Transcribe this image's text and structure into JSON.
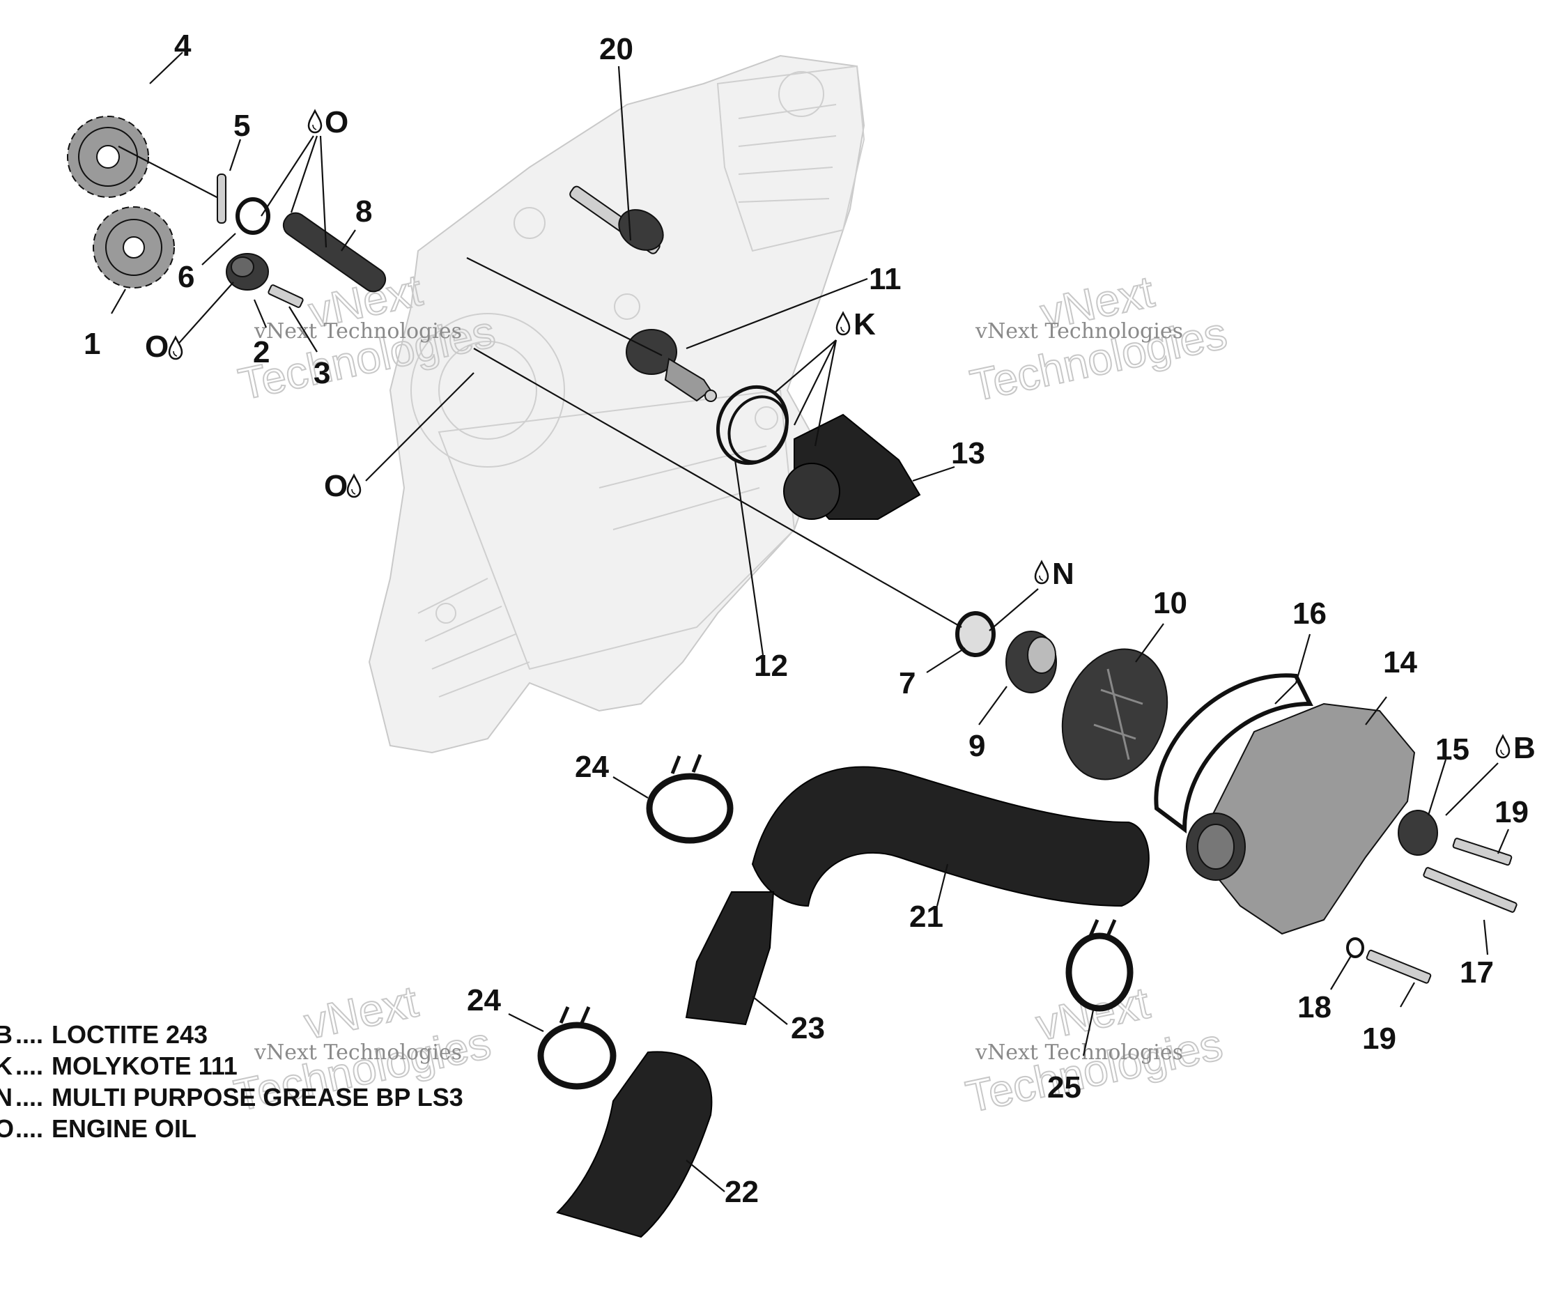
{
  "watermark": {
    "brand_line1": "vNext",
    "brand_line2": "Technologies",
    "caption": "vNext Technologies"
  },
  "callouts": [
    "1",
    "2",
    "3",
    "4",
    "5",
    "6",
    "7",
    "8",
    "9",
    "10",
    "11",
    "12",
    "13",
    "14",
    "15",
    "16",
    "17",
    "18",
    "19",
    "19",
    "20",
    "21",
    "22",
    "23",
    "24",
    "24",
    "25"
  ],
  "lubricant_marks": [
    "O",
    "O",
    "O",
    "O",
    "K",
    "N",
    "B"
  ],
  "legend": [
    {
      "code": "B",
      "text": "LOCTITE 243"
    },
    {
      "code": "K",
      "text": "MOLYKOTE 111"
    },
    {
      "code": "N",
      "text": "MULTI PURPOSE GREASE BP LS3"
    },
    {
      "code": "O",
      "text": "ENGINE OIL"
    }
  ],
  "legend_separator": "...."
}
